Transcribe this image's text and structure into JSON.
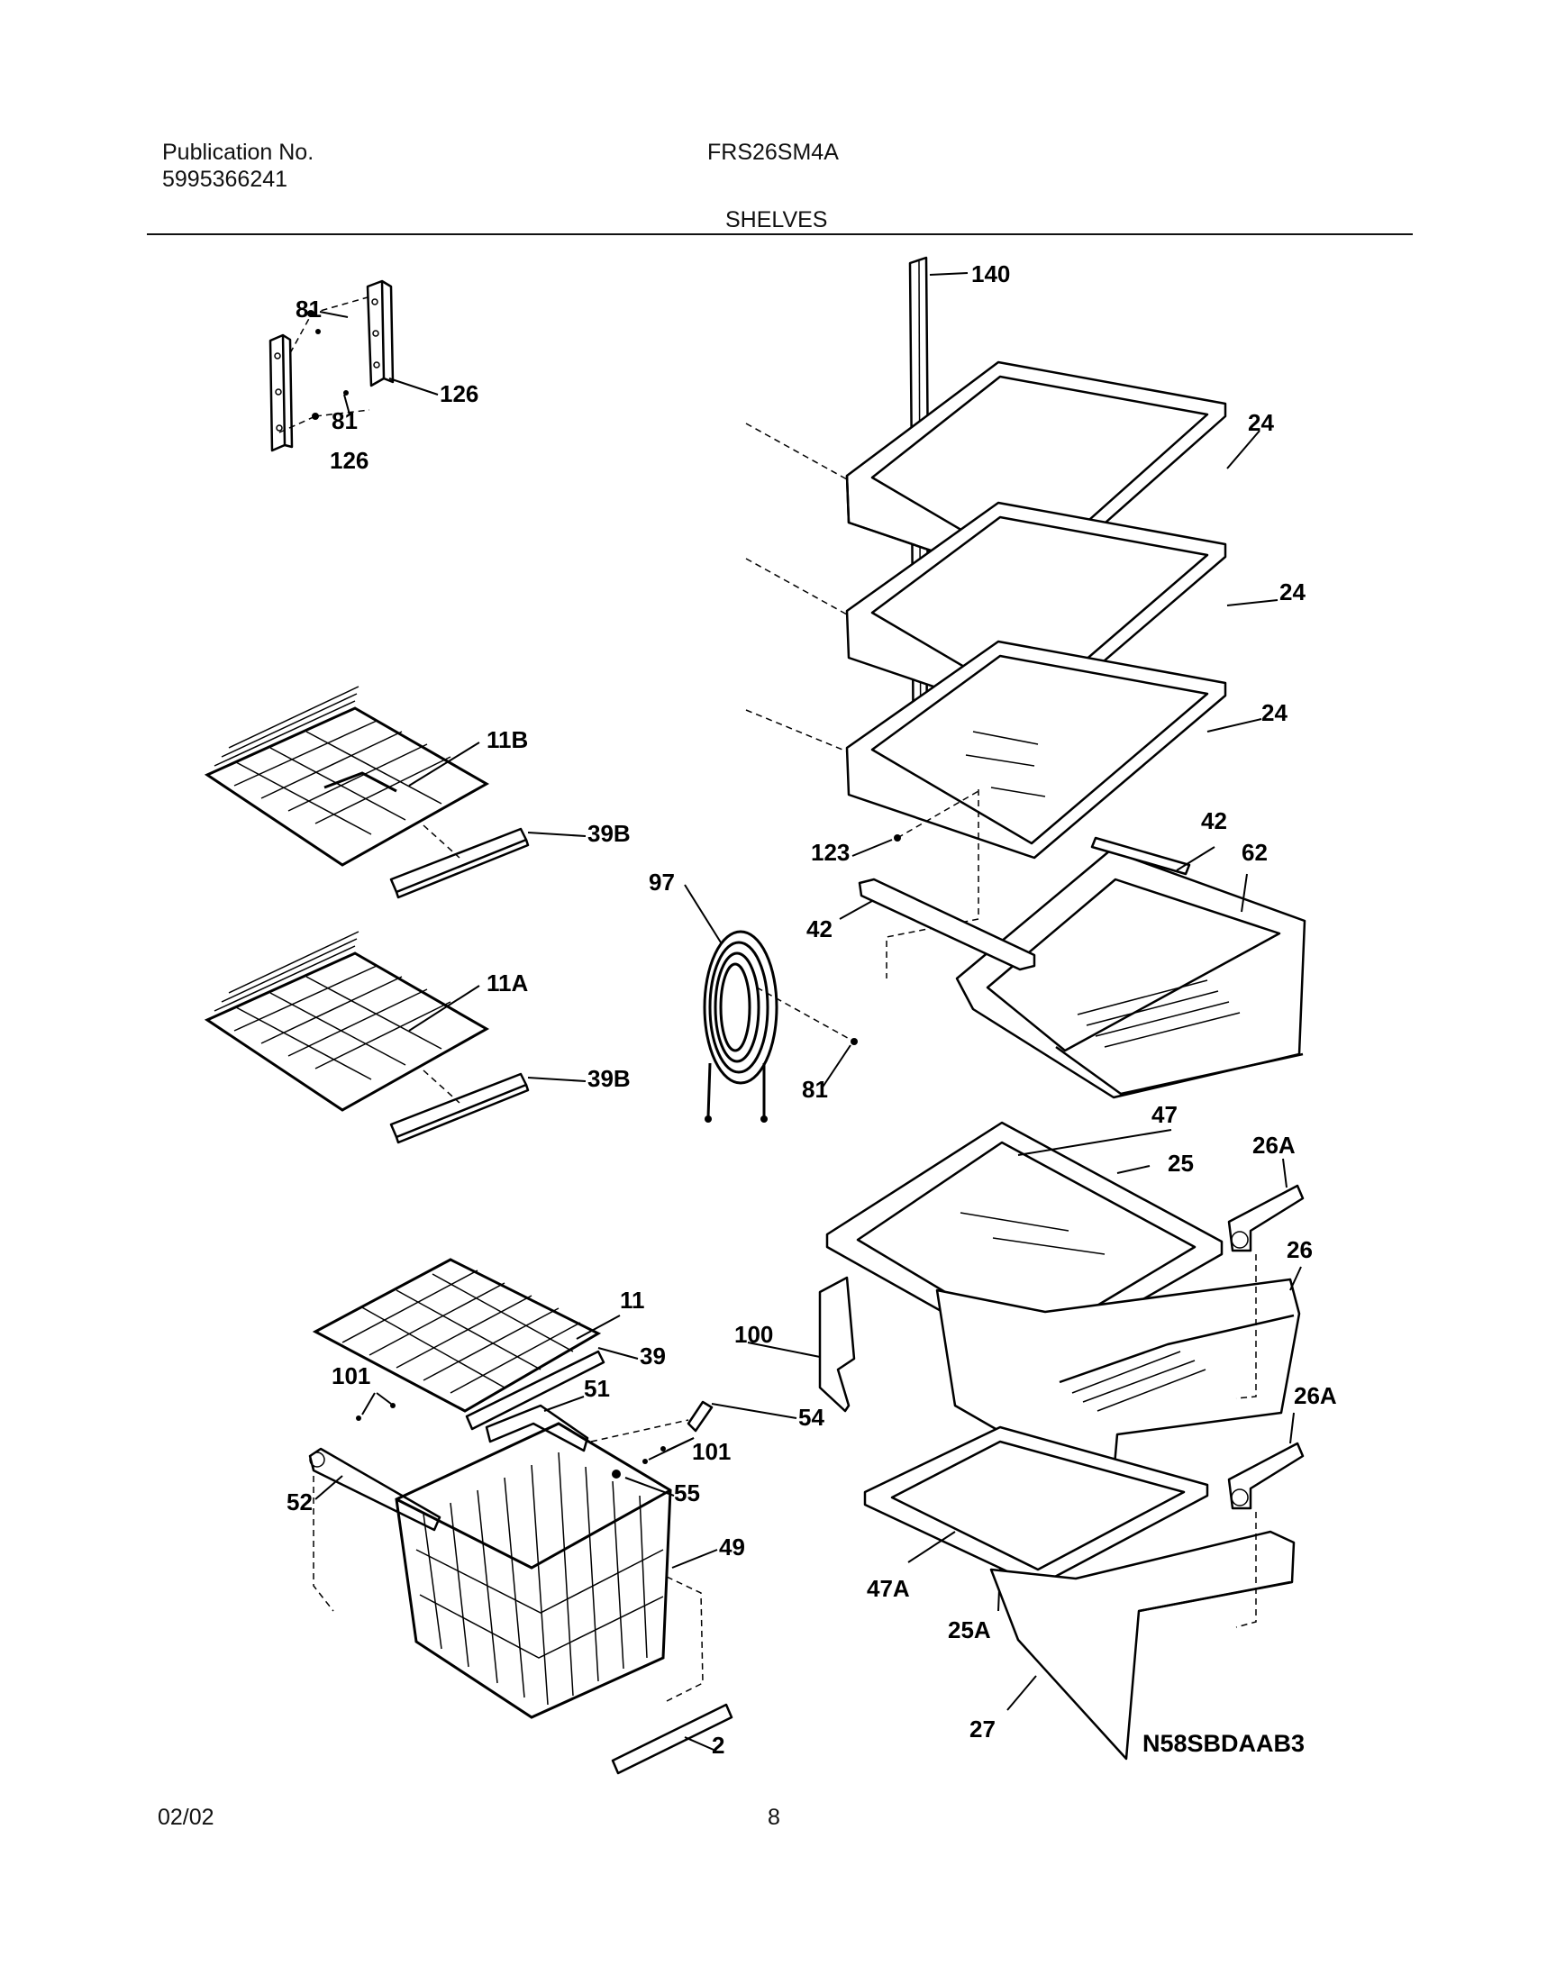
{
  "header": {
    "publication_label": "Publication No.",
    "publication_number": "5995366241",
    "model": "FRS26SM4A",
    "section": "SHELVES"
  },
  "footer": {
    "date": "02/02",
    "page_number": "8"
  },
  "diagram_code": "N58SBDAAB3",
  "callouts": {
    "c140": "140",
    "c81a": "81",
    "c126a": "126",
    "c81b": "81",
    "c126b": "126",
    "c24a": "24",
    "c24b": "24",
    "c24c": "24",
    "c11B": "11B",
    "c39Ba": "39B",
    "c123": "123",
    "c42a": "42",
    "c62": "62",
    "c97": "97",
    "c42b": "42",
    "c11A": "11A",
    "c39Bb": "39B",
    "c81c": "81",
    "c47": "47",
    "c26Aa": "26A",
    "c25": "25",
    "c26": "26",
    "c11": "11",
    "c100": "100",
    "c39": "39",
    "c101a": "101",
    "c51": "51",
    "c54": "54",
    "c26Ab": "26A",
    "c101b": "101",
    "c52": "52",
    "c55": "55",
    "c49": "49",
    "c47A": "47A",
    "c25A": "25A",
    "c27": "27",
    "c2": "2"
  }
}
